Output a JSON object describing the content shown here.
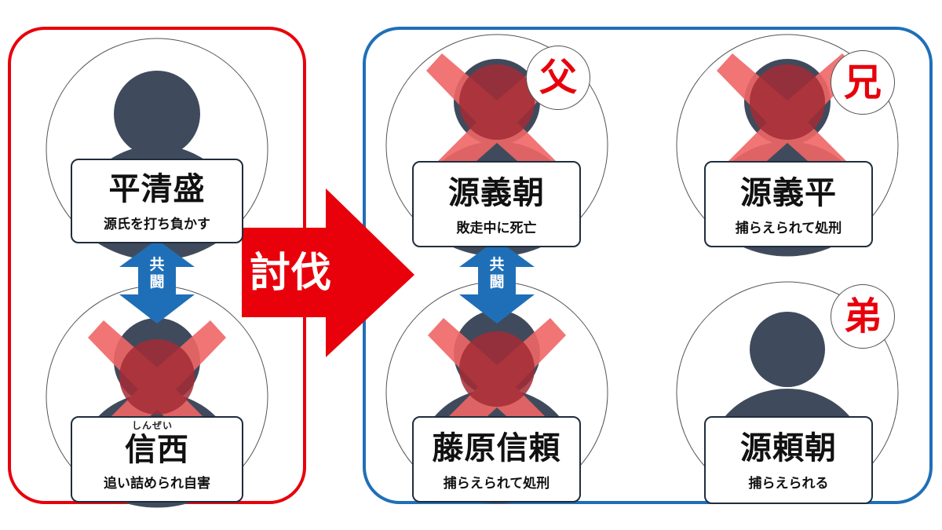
{
  "colors": {
    "heike_frame": "#e8000b",
    "genji_frame": "#1f6fb8",
    "arrow": "#e8000b",
    "alliance_arrow": "#1f6fb8",
    "cross": "#f06666",
    "cross_overlap": "#a32b35",
    "silhouette": "#3f4b5c",
    "relation_text": "#e8000b"
  },
  "attack_label": "討伐",
  "alliance_label": "共闘",
  "people": {
    "kiyomori": {
      "name": "平清盛",
      "desc": "源氏を打ち負かす",
      "defeated": false
    },
    "shinzei": {
      "name": "信西",
      "ruby": "しんぜい",
      "desc": "追い詰められ自害",
      "defeated": true
    },
    "yoshitomo": {
      "name": "源義朝",
      "desc": "敗走中に死亡",
      "relation": "父",
      "defeated": true
    },
    "nobuyori": {
      "name": "藤原信頼",
      "desc": "捕らえられて処刑",
      "defeated": true
    },
    "yoshihira": {
      "name": "源義平",
      "desc": "捕らえられて処刑",
      "relation": "兄",
      "defeated": true
    },
    "yoritomo": {
      "name": "源頼朝",
      "desc": "捕らえられる",
      "relation": "弟",
      "defeated": false
    }
  }
}
